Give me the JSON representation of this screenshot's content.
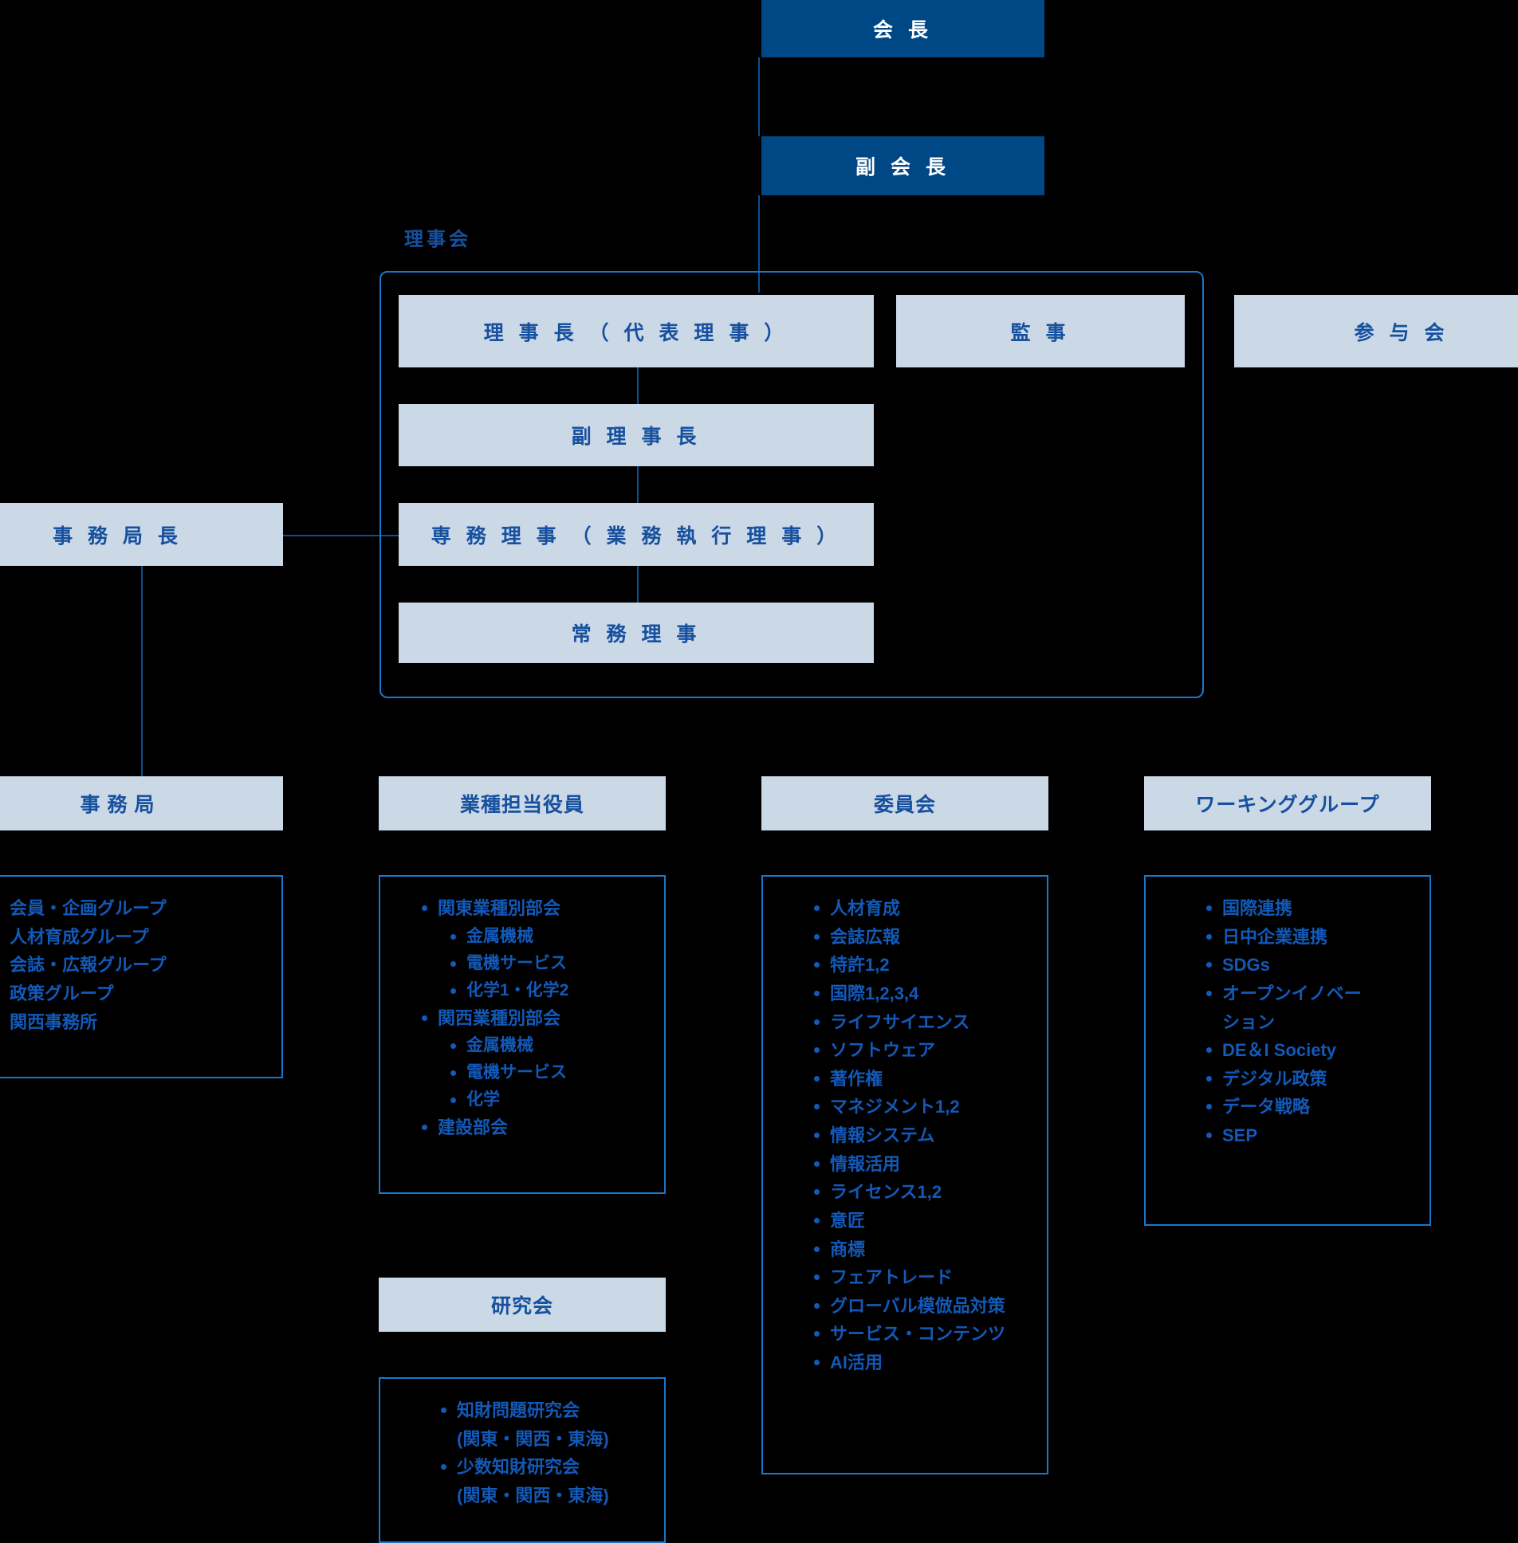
{
  "colors": {
    "background": "#000000",
    "dark_box": "#004785",
    "light_box": "#cbd8e6",
    "text_on_dark": "#ffffff",
    "text_on_light": "#16509e",
    "line": "#0b4f8f",
    "border": "#1778cf",
    "list_text": "#1259b8"
  },
  "top": {
    "chairman": "会 長",
    "vice_chairman": "副 会 長"
  },
  "board": {
    "label": "理事会",
    "president": "理 事 長 （ 代 表 理 事 ）",
    "vice_president": "副 理 事 長",
    "senior_director": "専 務 理 事 （ 業 務 執 行 理 事 ）",
    "managing_director": "常 務 理 事"
  },
  "auditor": "監 事",
  "advisory": "参 与 会",
  "secretary_general": "事 務 局 長",
  "sections": [
    {
      "id": "secretariat",
      "title": "事 務 局",
      "items": [
        {
          "text": "会員・企画グループ",
          "level": 1
        },
        {
          "text": "人材育成グループ",
          "level": 1
        },
        {
          "text": "会誌・広報グループ",
          "level": 1
        },
        {
          "text": "政策グループ",
          "level": 1
        },
        {
          "text": "関西事務所",
          "level": 1
        }
      ]
    },
    {
      "id": "industry-officers",
      "title": "業種担当役員",
      "items": [
        {
          "text": "関東業種別部会",
          "level": 1
        },
        {
          "text": "金属機械",
          "level": 2
        },
        {
          "text": "電機サービス",
          "level": 2
        },
        {
          "text": "化学1・化学2",
          "level": 2
        },
        {
          "text": "関西業種別部会",
          "level": 1
        },
        {
          "text": "金属機械",
          "level": 2
        },
        {
          "text": "電機サービス",
          "level": 2
        },
        {
          "text": "化学",
          "level": 2
        },
        {
          "text": "建設部会",
          "level": 1
        }
      ]
    },
    {
      "id": "committees",
      "title": "委員会",
      "items": [
        {
          "text": "人材育成",
          "level": 1
        },
        {
          "text": "会誌広報",
          "level": 1
        },
        {
          "text": "特許1,2",
          "level": 1
        },
        {
          "text": "国際1,2,3,4",
          "level": 1
        },
        {
          "text": "ライフサイエンス",
          "level": 1
        },
        {
          "text": "ソフトウェア",
          "level": 1
        },
        {
          "text": "著作権",
          "level": 1
        },
        {
          "text": "マネジメント1,2",
          "level": 1
        },
        {
          "text": "情報システム",
          "level": 1
        },
        {
          "text": "情報活用",
          "level": 1
        },
        {
          "text": "ライセンス1,2",
          "level": 1
        },
        {
          "text": "意匠",
          "level": 1
        },
        {
          "text": "商標",
          "level": 1
        },
        {
          "text": "フェアトレード",
          "level": 1
        },
        {
          "text": "グローバル模倣品対策",
          "level": 1
        },
        {
          "text": "サービス・コンテンツ",
          "level": 1
        },
        {
          "text": "AI活用",
          "level": 1
        }
      ]
    },
    {
      "id": "working-groups",
      "title": "ワーキンググループ",
      "items": [
        {
          "text": "国際連携",
          "level": 1
        },
        {
          "text": "日中企業連携",
          "level": 1
        },
        {
          "text": "SDGs",
          "level": 1
        },
        {
          "text": "オープンイノベー",
          "level": 1,
          "continuation": "ション"
        },
        {
          "text": "DE＆I Society",
          "level": 1
        },
        {
          "text": "デジタル政策",
          "level": 1
        },
        {
          "text": "データ戦略",
          "level": 1
        },
        {
          "text": "SEP",
          "level": 1
        }
      ]
    },
    {
      "id": "study-groups",
      "title": "研究会",
      "items": [
        {
          "text": "知財問題研究会",
          "level": 1,
          "continuation": "(関東・関西・東海)"
        },
        {
          "text": "少数知財研究会",
          "level": 1,
          "continuation": "(関東・関西・東海)"
        }
      ]
    }
  ]
}
